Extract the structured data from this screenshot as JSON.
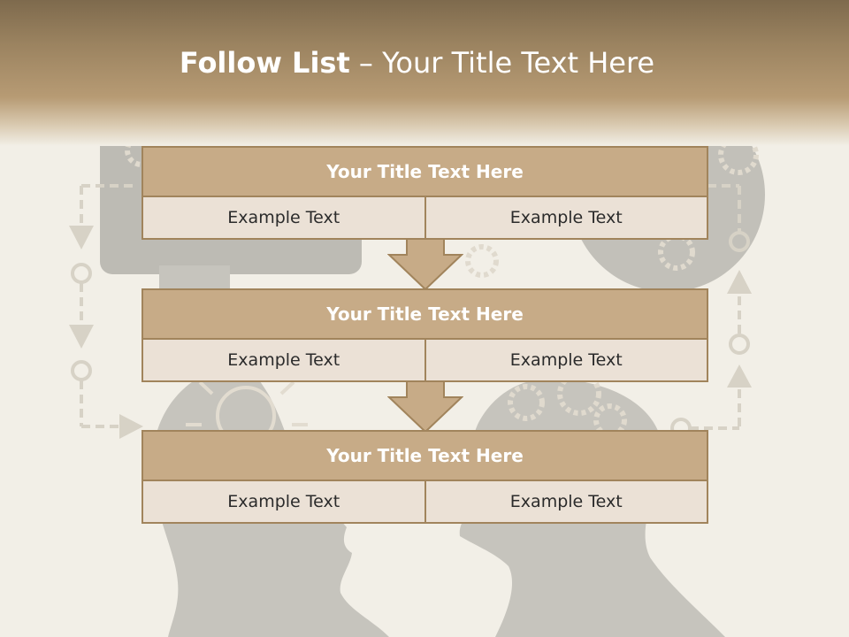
{
  "slide": {
    "title_bold": "Follow List",
    "title_rest": " – Your Title Text Here"
  },
  "steps": [
    {
      "title": "Your Title Text Here",
      "left": "Example Text",
      "right": "Example Text"
    },
    {
      "title": "Your Title Text Here",
      "left": "Example Text",
      "right": "Example Text"
    },
    {
      "title": "Your Title Text Here",
      "left": "Example Text",
      "right": "Example Text"
    }
  ],
  "colors": {
    "header_brown": "#9b8360",
    "box_title_fill": "#c7ab87",
    "box_cell_fill": "#ebe1d6",
    "box_border": "#a1845c",
    "silhouette_gray": "#c2c0b9",
    "background": "#f2efe7"
  }
}
